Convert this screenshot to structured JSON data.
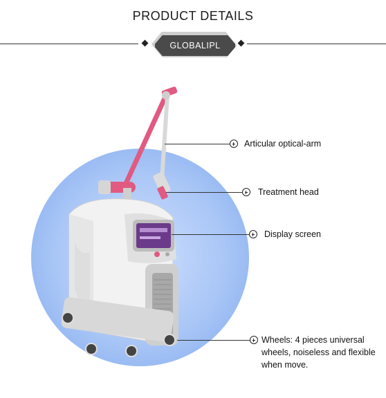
{
  "header": {
    "title": "PRODUCT DETAILS",
    "badge": "GLOBALIPL"
  },
  "callouts": [
    {
      "label": "Articular optical-arm"
    },
    {
      "label": "Treatment head"
    },
    {
      "label": "Display screen"
    },
    {
      "label_lines": [
        "Wheels: 4 pieces universal",
        "wheels, noiseless and flexible",
        "when move."
      ]
    }
  ],
  "colors": {
    "arm_pink": "#e05a82",
    "circle_blue": "#8fb3f2",
    "machine_white": "#f2f2f2",
    "screen_purple": "#6b3a8a"
  }
}
